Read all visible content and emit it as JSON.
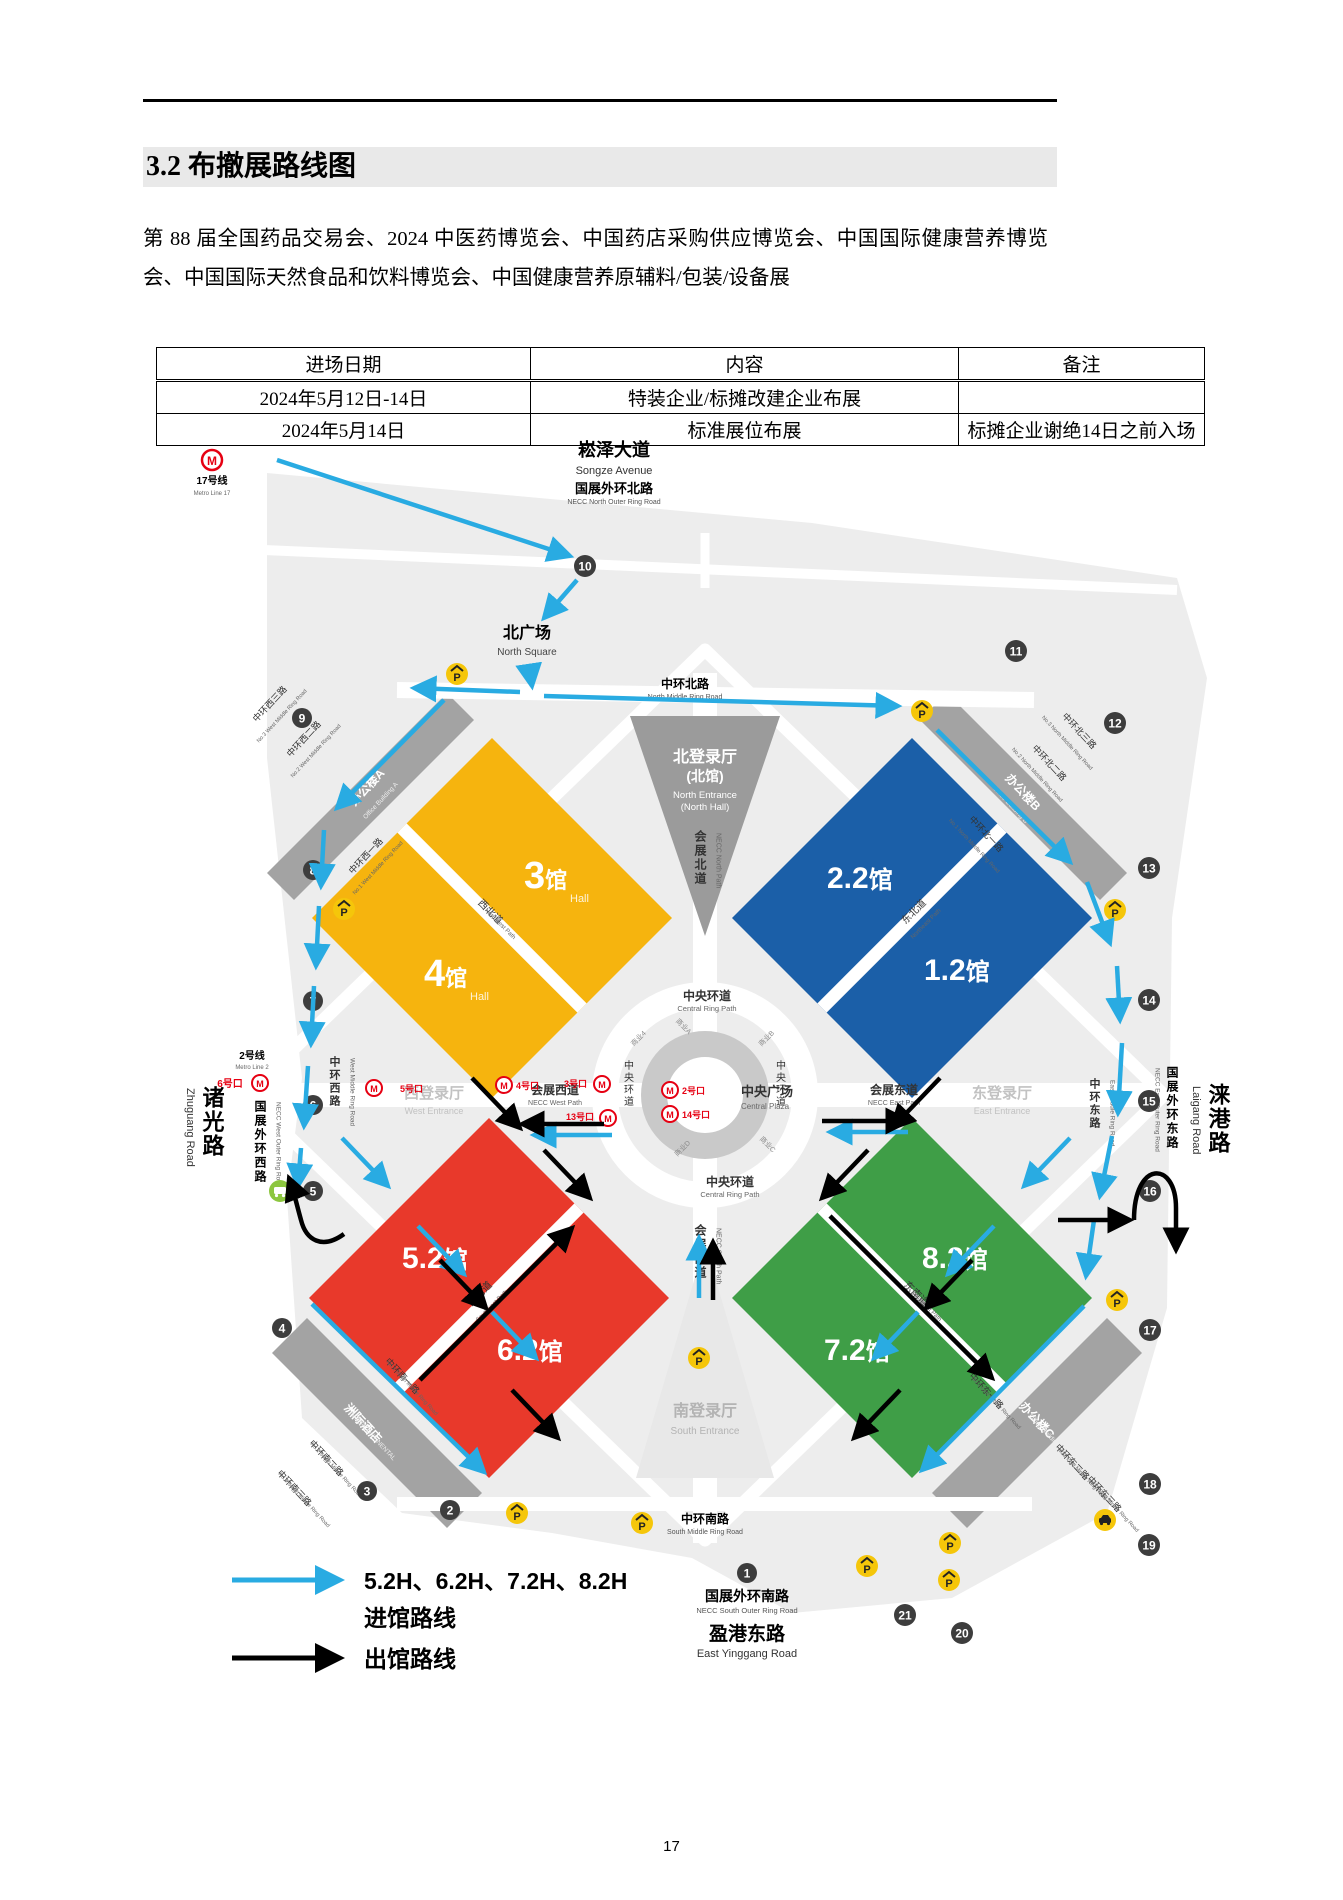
{
  "page": {
    "number": "17"
  },
  "section": {
    "heading": "3.2 布撤展路线图"
  },
  "intro": {
    "text": "第 88 届全国药品交易会、2024 中医药博览会、中国药店采购供应博览会、中国国际健康营养博览会、中国国际天然食品和饮料博览会、中国健康营养原辅料/包装/设备展"
  },
  "table": {
    "headers": [
      "进场日期",
      "内容",
      "备注"
    ],
    "rows": [
      [
        "2024年5月12日-14日",
        "特装企业/标摊改建企业布展",
        ""
      ],
      [
        "2024年5月14日",
        "标准展位布展",
        "标摊企业谢绝14日之前入场"
      ]
    ]
  },
  "map": {
    "colors": {
      "yellow": "#f6b40e",
      "blue": "#1b5fa8",
      "red": "#e8392b",
      "green": "#3f9e47",
      "route_blue": "#29abe2",
      "route_black": "#000000",
      "parking": "#f5c60a",
      "metro_red": "#e60012"
    },
    "halls": [
      {
        "num": "3",
        "suffix": "馆",
        "en": "Hall"
      },
      {
        "num": "4",
        "suffix": "馆",
        "en": "Hall"
      },
      {
        "num": "2.2",
        "suffix": "馆",
        "en": ""
      },
      {
        "num": "1.2",
        "suffix": "馆",
        "en": ""
      },
      {
        "num": "5.2",
        "suffix": "馆",
        "en": ""
      },
      {
        "num": "6.2",
        "suffix": "馆",
        "en": ""
      },
      {
        "num": "8.2",
        "suffix": "馆",
        "en": ""
      },
      {
        "num": "7.2",
        "suffix": "馆",
        "en": ""
      }
    ],
    "entrances": {
      "north": {
        "cn": "北登录厅",
        "cn2": "(北馆)",
        "en": "North Entrance",
        "en2": "(North Hall)"
      },
      "south": {
        "cn": "南登录厅",
        "en": "South Entrance"
      },
      "west": {
        "cn": "西登录厅",
        "en": "West Entrance"
      },
      "east": {
        "cn": "东登录厅",
        "en": "East Entrance"
      }
    },
    "square": {
      "cn": "北广场",
      "en": "North Square"
    },
    "plaza": {
      "cn": "中央广场",
      "en": "Central Plaza"
    },
    "paths": {
      "north": {
        "cn": "会展北道",
        "en": "NECC North Path"
      },
      "south": {
        "cn": "会展南道",
        "en": "NECC South Path"
      },
      "west": {
        "cn": "会展西道",
        "en": "NECC West Path"
      },
      "east": {
        "cn": "会展东道",
        "en": "NECC East Path"
      },
      "nw": {
        "cn": "西北道",
        "en": "Northwest Path"
      },
      "ne": {
        "cn": "东北道",
        "en": "Northeast Path"
      },
      "sw": {
        "cn": "西南道",
        "en": "Southwest Path"
      },
      "se": {
        "cn": "东南道",
        "en": "Southeast Path"
      },
      "ring": {
        "cn": "中央环道",
        "en": "Central Ring Path"
      }
    },
    "roads": {
      "songze": {
        "cn": "崧泽大道",
        "en": "Songze Avenue"
      },
      "outer_north": {
        "cn": "国展外环北路",
        "en": "NECC North Outer Ring Road"
      },
      "mid_north": {
        "cn": "中环北路",
        "en": "North Middle Ring Road"
      },
      "mid_south": {
        "cn": "中环南路",
        "en": "South Middle Ring Road"
      },
      "outer_south": {
        "cn": "国展外环南路",
        "en": "NECC South Outer Ring Road"
      },
      "yinggang": {
        "cn": "盈港东路",
        "en": "East Yinggang Road"
      },
      "zhuguang": {
        "cn": "诸光路",
        "en": "Zhuguang Road"
      },
      "outer_west": {
        "cn": "国展外环西路",
        "en": "NECC West Outer Ring Road"
      },
      "mid_west": {
        "cn": "中环西路",
        "en": "West Middle Ring Road"
      },
      "laigang": {
        "cn": "涞港路",
        "en": "Laigang Road"
      },
      "outer_east": {
        "cn": "国展外环东路",
        "en": "NECC East Outer Ring Road"
      },
      "mid_east": {
        "cn": "中环东路",
        "en": "East Middle Ring Road"
      },
      "w1": {
        "cn": "中环西一路",
        "en": "No.1 West Middle Ring Road"
      },
      "w2": {
        "cn": "中环西二路",
        "en": "No.2 West Middle Ring Road"
      },
      "w3": {
        "cn": "中环西三路",
        "en": "No.3 West Middle Ring Road"
      },
      "n1": {
        "cn": "中环北一路",
        "en": "No.1 North Middle Ring Road"
      },
      "n2": {
        "cn": "中环北二路",
        "en": "No.2 North Middle Ring Road"
      },
      "n3": {
        "cn": "中环北三路",
        "en": "No.3 North Middle Ring Road"
      },
      "s1": {
        "cn": "中环南一路",
        "en": "No.1 South Middle Ring Road"
      },
      "s2": {
        "cn": "中环南二路",
        "en": "No.2 South Middle Ring Road"
      },
      "s3": {
        "cn": "中环南三路",
        "en": "No.3 South Middle Ring Road"
      },
      "e1": {
        "cn": "中环东一路",
        "en": "No.1 East Middle Ring Road"
      },
      "e2": {
        "cn": "中环东二路",
        "en": "No.2 East Middle Ring Road"
      },
      "e3": {
        "cn": "中环东三路",
        "en": "No.3 East Middle Ring Road"
      }
    },
    "buildings": {
      "a": {
        "cn": "办公楼A",
        "en": "Office Building A"
      },
      "b": {
        "cn": "办公楼B",
        "en": "Office Building B"
      },
      "c": {
        "cn": "办公楼C",
        "en": "Office Building C"
      },
      "hotel": {
        "cn": "洲际酒店",
        "en": "INTERCONTINENTAL"
      }
    },
    "metro": {
      "line17": {
        "cn": "17号线",
        "en": "Metro Line 17"
      },
      "line2": {
        "cn": "2号线",
        "en": "Metro Line 2"
      },
      "exits": {
        "e2": "2号口",
        "e3": "3号口",
        "e4": "4号口",
        "e5": "5号口",
        "e6": "6号口",
        "e13": "13号口",
        "e14": "14号口"
      }
    },
    "shops": [
      "商业4",
      "商业A",
      "商业B",
      "商业C",
      "商业D"
    ],
    "gates": [
      "1",
      "2",
      "3",
      "4",
      "5",
      "6",
      "7",
      "8",
      "9",
      "10",
      "11",
      "12",
      "13",
      "14",
      "15",
      "16",
      "17",
      "18",
      "19",
      "20",
      "21"
    ],
    "legend": {
      "halls": "5.2H、6.2H、7.2H、8.2H",
      "in": "进馆路线",
      "out": "出馆路线"
    },
    "icons": {
      "parking": "P"
    }
  }
}
